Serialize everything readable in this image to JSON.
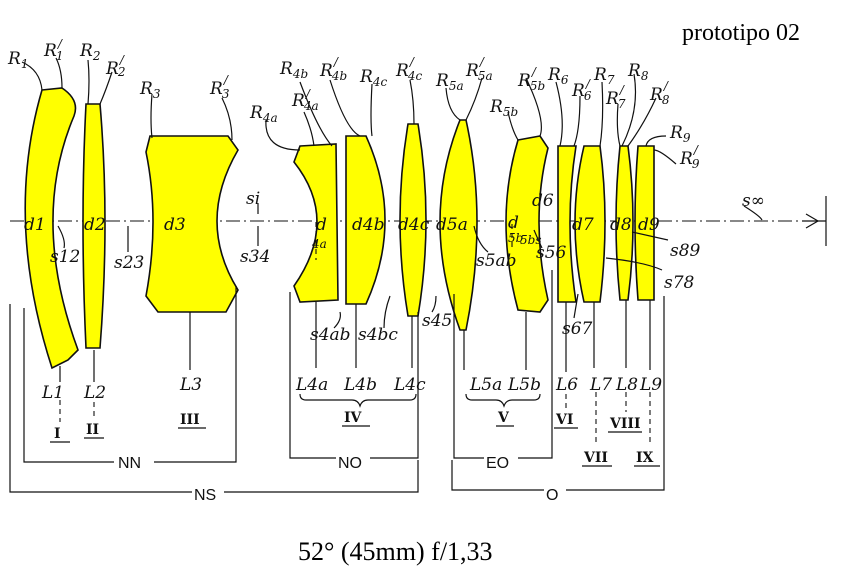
{
  "title": "prototipo 02",
  "caption": "52° (45mm) f/1,33",
  "colors": {
    "glass": "#ffff00",
    "ink": "#111111"
  },
  "radii": [
    {
      "label": "R",
      "sub": "1",
      "prime": ""
    },
    {
      "label": "R",
      "sub": "1",
      "prime": "/"
    },
    {
      "label": "R",
      "sub": "2",
      "prime": ""
    },
    {
      "label": "R",
      "sub": "2",
      "prime": "/"
    },
    {
      "label": "R",
      "sub": "3",
      "prime": ""
    },
    {
      "label": "R",
      "sub": "3",
      "prime": "/"
    },
    {
      "label": "R",
      "sub": "4a",
      "prime": ""
    },
    {
      "label": "R",
      "sub": "4b",
      "prime": ""
    },
    {
      "label": "R",
      "sub": "4a",
      "prime": "/"
    },
    {
      "label": "R",
      "sub": "4b",
      "prime": "/"
    },
    {
      "label": "R",
      "sub": "4c",
      "prime": ""
    },
    {
      "label": "R",
      "sub": "4c",
      "prime": "/"
    },
    {
      "label": "R",
      "sub": "5a",
      "prime": ""
    },
    {
      "label": "R",
      "sub": "5a",
      "prime": "/"
    },
    {
      "label": "R",
      "sub": "5b",
      "prime": ""
    },
    {
      "label": "R",
      "sub": "5b",
      "prime": "/"
    },
    {
      "label": "R",
      "sub": "6",
      "prime": ""
    },
    {
      "label": "R",
      "sub": "6",
      "prime": "/"
    },
    {
      "label": "R",
      "sub": "7",
      "prime": ""
    },
    {
      "label": "R",
      "sub": "7",
      "prime": "/"
    },
    {
      "label": "R",
      "sub": "8",
      "prime": ""
    },
    {
      "label": "R",
      "sub": "8",
      "prime": "/"
    },
    {
      "label": "R",
      "sub": "9",
      "prime": ""
    },
    {
      "label": "R",
      "sub": "9",
      "prime": "/"
    }
  ],
  "thicknesses": [
    "d1",
    "d2",
    "d3",
    "d",
    "4a",
    "d4b",
    "d4c",
    "d5a",
    "d",
    "5b",
    "d6",
    "d7",
    "d8",
    "d9"
  ],
  "spacings": {
    "s12": "s12",
    "s23": "s23",
    "si": "si",
    "s34": "s34",
    "s4ab": "s4ab",
    "s4bc": "s4bc",
    "s45": "s45",
    "s5ab": "s5ab",
    "s56": "s56",
    "s5bs": "5bs",
    "s67": "s67",
    "s78": "s78",
    "s89": "s89",
    "sinf": "s∞"
  },
  "elements": [
    "L1",
    "L2",
    "L3",
    "L4a",
    "L4b",
    "L4c",
    "L5a",
    "L5b",
    "L6",
    "L7",
    "L8",
    "L9"
  ],
  "groups_roman": [
    "I",
    "II",
    "III",
    "IV",
    "V",
    "VI",
    "VII",
    "VIII",
    "IX"
  ],
  "groups": [
    "NN",
    "NO",
    "EO",
    "NS",
    "O"
  ]
}
